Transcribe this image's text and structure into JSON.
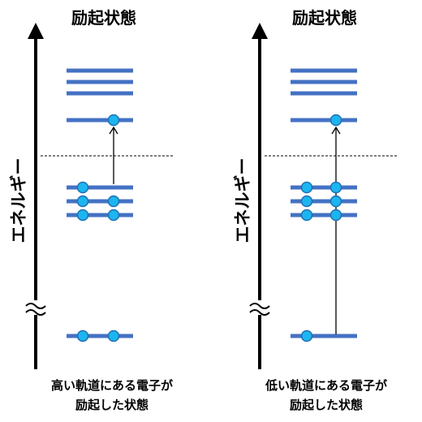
{
  "panels": [
    {
      "title": "励起状態",
      "axis_label": "エネルギー",
      "caption_line1": "高い軌道にある電子が",
      "caption_line2": "励起した状態"
    },
    {
      "title": "励起状態",
      "axis_label": "エネルギー",
      "caption_line1": "低い軌道にある電子が",
      "caption_line2": "励起した状態"
    }
  ],
  "colors": {
    "level": "#4472c4",
    "electron_fill": "#1cb5f0",
    "electron_stroke": "#1f6fb2",
    "axis": "#000000"
  }
}
